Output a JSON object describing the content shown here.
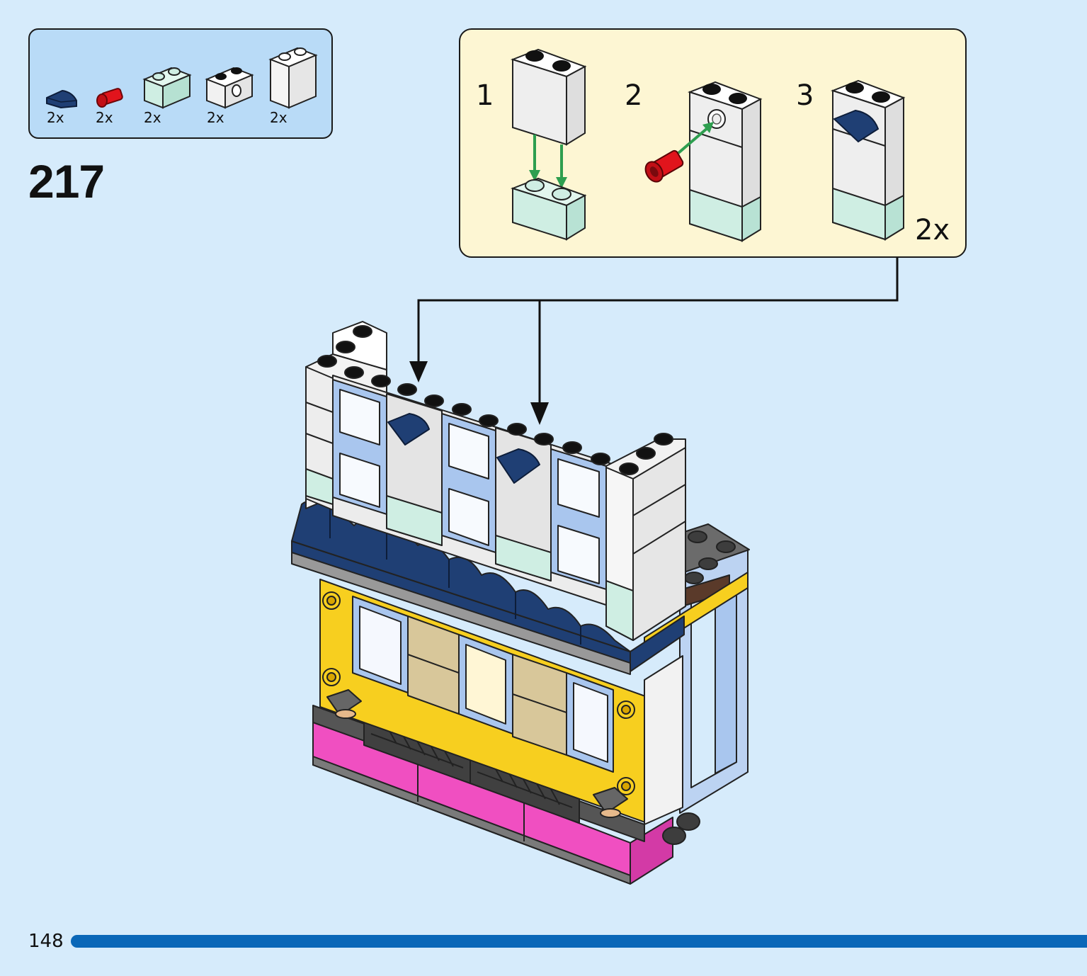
{
  "parts_list": {
    "items": [
      {
        "icon": "dark-blue-curved-slope-icon",
        "count": "2x",
        "color": "#1f3f74"
      },
      {
        "icon": "red-pin-icon",
        "count": "2x",
        "color": "#d6121a"
      },
      {
        "icon": "light-aqua-brick-1x2-icon",
        "count": "2x",
        "color": "#cfeee3"
      },
      {
        "icon": "white-technic-brick-1x2-icon",
        "count": "2x",
        "color": "#ffffff"
      },
      {
        "icon": "white-brick-1x2x2-icon",
        "count": "2x",
        "color": "#ffffff"
      }
    ]
  },
  "step_number": "217",
  "sub_steps": {
    "items": [
      {
        "number": "1"
      },
      {
        "number": "2"
      },
      {
        "number": "3"
      }
    ],
    "multiplier": "2x"
  },
  "page_number": "148",
  "colors": {
    "background": "#d6ebfb",
    "parts_box": "#b9dbf7",
    "sub_box": "#fdf6d3",
    "page_bar": "#0a67b8",
    "arrow_green": "#2e9e4f",
    "yellow": "#f7cf1f",
    "magenta": "#f04fc1",
    "dark_blue": "#1f3f74",
    "light_blue": "#a9c6ee"
  }
}
